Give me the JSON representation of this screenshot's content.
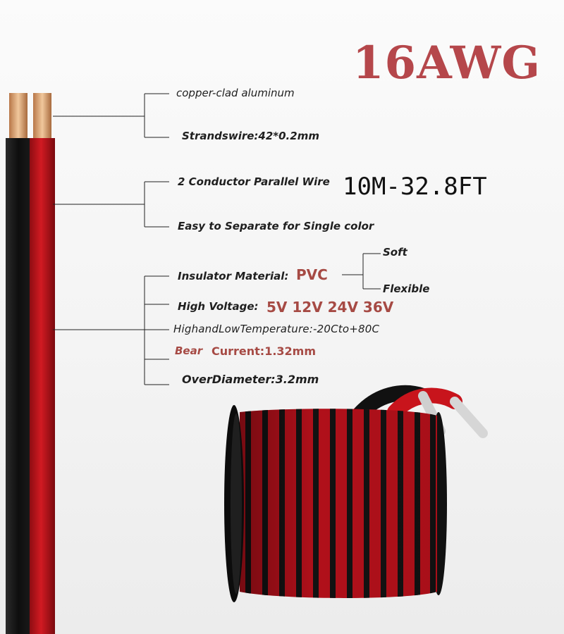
{
  "title": "16AWG",
  "colors": {
    "red_wire": "#c8141c",
    "black_wire": "#151515",
    "copper": "#d9a06e",
    "title": "#b5474b",
    "accent_text": "#a64a44"
  },
  "specs": {
    "material": "copper-clad aluminum",
    "strands": "Strandswire:42*0.2mm",
    "conductor": "2 Conductor Parallel Wire",
    "length": "10M-32.8FT",
    "separate": "Easy to Separate for Single color",
    "insulator_label": "Insulator Material:",
    "insulator_value": "PVC",
    "soft": "Soft",
    "flexible": "Flexible",
    "voltage_label": "High Voltage:",
    "voltage_value": "5V 12V 24V 36V",
    "temperature": "HighandLowTemperature:-20Cto+80C",
    "bear": "Bear",
    "current": "Current:1.32mm",
    "diameter": "OverDiameter:3.2mm"
  },
  "icons": {
    "wire": "parallel-wire-icon",
    "spool": "wire-spool-icon"
  }
}
